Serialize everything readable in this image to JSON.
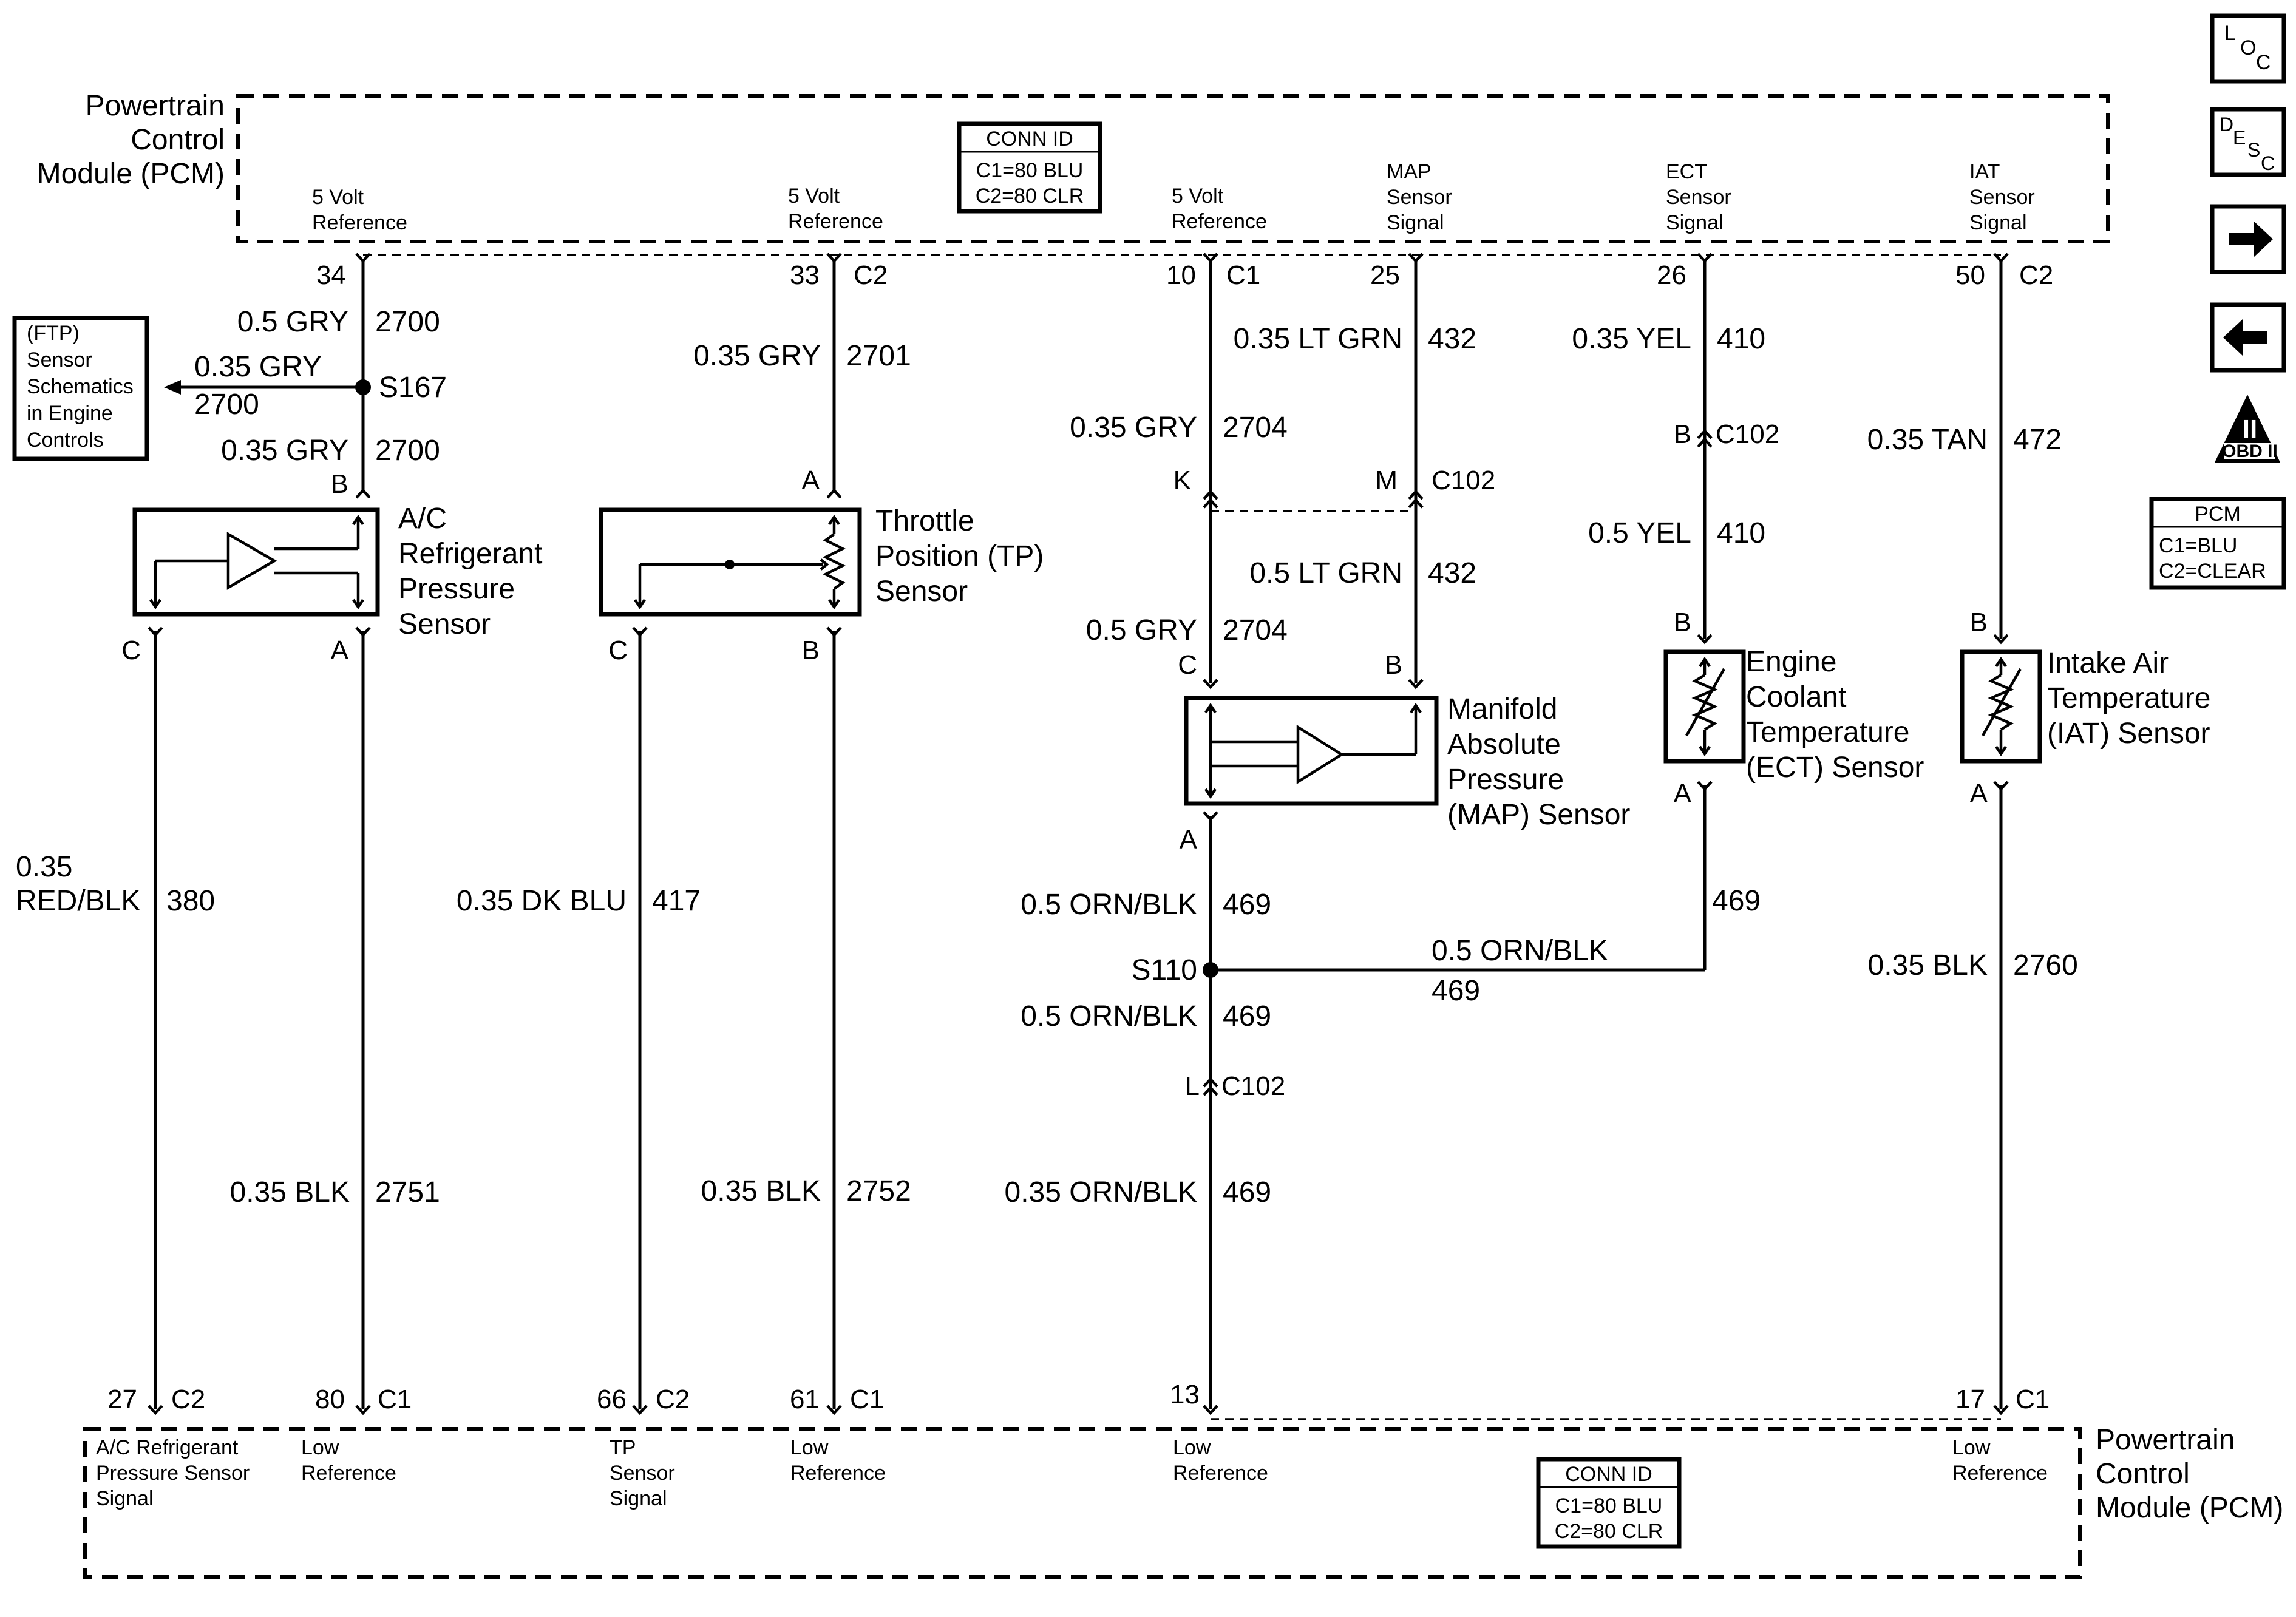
{
  "pcm_top": {
    "title_lines": [
      "Powertrain",
      "Control",
      "Module (PCM)"
    ],
    "conn_id": {
      "header": "CONN ID",
      "lines": [
        "C1=80 BLU",
        "C2=80 CLR"
      ]
    },
    "pins": [
      {
        "lines": [
          "5 Volt",
          "Reference"
        ]
      },
      {
        "lines": [
          "5 Volt",
          "Reference"
        ]
      },
      {
        "lines": [
          "5 Volt",
          "Reference"
        ]
      },
      {
        "lines": [
          "MAP",
          "Sensor",
          "Signal"
        ]
      },
      {
        "lines": [
          "ECT",
          "Sensor",
          "Signal"
        ]
      },
      {
        "lines": [
          "IAT",
          "Sensor",
          "Signal"
        ]
      }
    ]
  },
  "pcm_bottom": {
    "title_lines": [
      "Powertrain",
      "Control",
      "Module (PCM)"
    ],
    "conn_id": {
      "header": "CONN ID",
      "lines": [
        "C1=80 BLU",
        "C2=80 CLR"
      ]
    },
    "pins": [
      {
        "lines": [
          "A/C Refrigerant",
          "Pressure Sensor",
          "Signal"
        ]
      },
      {
        "lines": [
          "Low",
          "Reference"
        ]
      },
      {
        "lines": [
          "TP",
          "Sensor",
          "Signal"
        ]
      },
      {
        "lines": [
          "Low",
          "Reference"
        ]
      },
      {
        "lines": [
          "Low",
          "Reference"
        ]
      },
      {
        "lines": [
          "Low",
          "Reference"
        ]
      }
    ]
  },
  "pins_top": [
    {
      "num": "34",
      "conn": ""
    },
    {
      "num": "33",
      "conn": "C2"
    },
    {
      "num": "10",
      "conn": "C1"
    },
    {
      "num": "25",
      "conn": ""
    },
    {
      "num": "26",
      "conn": ""
    },
    {
      "num": "50",
      "conn": "C2"
    }
  ],
  "pins_bottom": [
    {
      "num": "27",
      "conn": "C2"
    },
    {
      "num": "80",
      "conn": "C1"
    },
    {
      "num": "66",
      "conn": "C2"
    },
    {
      "num": "61",
      "conn": "C1"
    },
    {
      "num": "13",
      "conn": ""
    },
    {
      "num": "17",
      "conn": "C1"
    }
  ],
  "wires": {
    "w2700_top": {
      "gauge": "0.5 GRY",
      "circuit": "2700"
    },
    "w2700_ftp_gauge": "0.35 GRY",
    "w2700_ftp_circuit": "2700",
    "w2700_low": {
      "gauge": "0.35 GRY",
      "circuit": "2700"
    },
    "w2701": {
      "gauge": "0.35 GRY",
      "circuit": "2701"
    },
    "w2704_top": {
      "gauge": "0.35 GRY",
      "circuit": "2704"
    },
    "w2704_low": {
      "gauge": "0.5 GRY",
      "circuit": "2704"
    },
    "w432_top": {
      "gauge": "0.35 LT GRN",
      "circuit": "432"
    },
    "w432_low": {
      "gauge": "0.5 LT GRN",
      "circuit": "432"
    },
    "w410_top": {
      "gauge": "0.35 YEL",
      "circuit": "410"
    },
    "w410_low": {
      "gauge": "0.5 YEL",
      "circuit": "410"
    },
    "w472": {
      "gauge": "0.35 TAN",
      "circuit": "472"
    },
    "w380": {
      "gauge_lines": [
        "0.35",
        "RED/BLK"
      ],
      "circuit": "380"
    },
    "w2751": {
      "gauge": "0.35 BLK",
      "circuit": "2751"
    },
    "w417": {
      "gauge": "0.35 DK BLU",
      "circuit": "417"
    },
    "w2752": {
      "gauge": "0.35 BLK",
      "circuit": "2752"
    },
    "w469_map": {
      "gauge": "0.5 ORN/BLK",
      "circuit": "469"
    },
    "w469_ect": {
      "circuit": "469"
    },
    "w469_horiz": {
      "gauge": "0.5 ORN/BLK",
      "circuit": "469"
    },
    "w469_mid": {
      "gauge": "0.5 ORN/BLK",
      "circuit": "469"
    },
    "w469_low": {
      "gauge": "0.35 ORN/BLK",
      "circuit": "469"
    },
    "w2760": {
      "gauge": "0.35 BLK",
      "circuit": "2760"
    }
  },
  "splices": {
    "s167": "S167",
    "s110": "S110"
  },
  "connectors_c102": {
    "map_gnd": {
      "pin": "K",
      "id": ""
    },
    "map_sig": {
      "pin": "M",
      "id": "C102"
    },
    "ect": {
      "pin": "B",
      "id": "C102"
    },
    "low": {
      "pin": "L",
      "id": "C102"
    }
  },
  "ftp_box": {
    "lines": [
      "(FTP)",
      "Sensor",
      "Schematics",
      "in Engine",
      "Controls"
    ]
  },
  "components": {
    "ac_sensor": {
      "lines": [
        "A/C",
        "Refrigerant",
        "Pressure",
        "Sensor"
      ],
      "pins": {
        "top": "B",
        "left": "C",
        "right": "A"
      }
    },
    "tp_sensor": {
      "lines": [
        "Throttle",
        "Position (TP)",
        "Sensor"
      ],
      "pins": {
        "top": "A",
        "left": "C",
        "right": "B"
      }
    },
    "map_sensor": {
      "lines": [
        "Manifold",
        "Absolute",
        "Pressure",
        "(MAP) Sensor"
      ],
      "pins": {
        "left": "C",
        "right": "B",
        "bottom": "A"
      }
    },
    "ect_sensor": {
      "lines": [
        "Engine",
        "Coolant",
        "Temperature",
        "(ECT) Sensor"
      ],
      "pins": {
        "top": "B",
        "bottom": "A"
      }
    },
    "iat_sensor": {
      "lines": [
        "Intake Air",
        "Temperature",
        "(IAT) Sensor"
      ],
      "pins": {
        "top": "B",
        "bottom": "A"
      }
    }
  },
  "side_panel": {
    "loc_icon": [
      "L",
      "O",
      "C"
    ],
    "desc_icon": [
      "D",
      "E",
      "S",
      "C"
    ],
    "obd_icon": {
      "numeral": "II",
      "caption": "OBD II"
    },
    "pcm_legend": {
      "header": "PCM",
      "lines": [
        "C1=BLU",
        "C2=CLEAR"
      ]
    }
  }
}
